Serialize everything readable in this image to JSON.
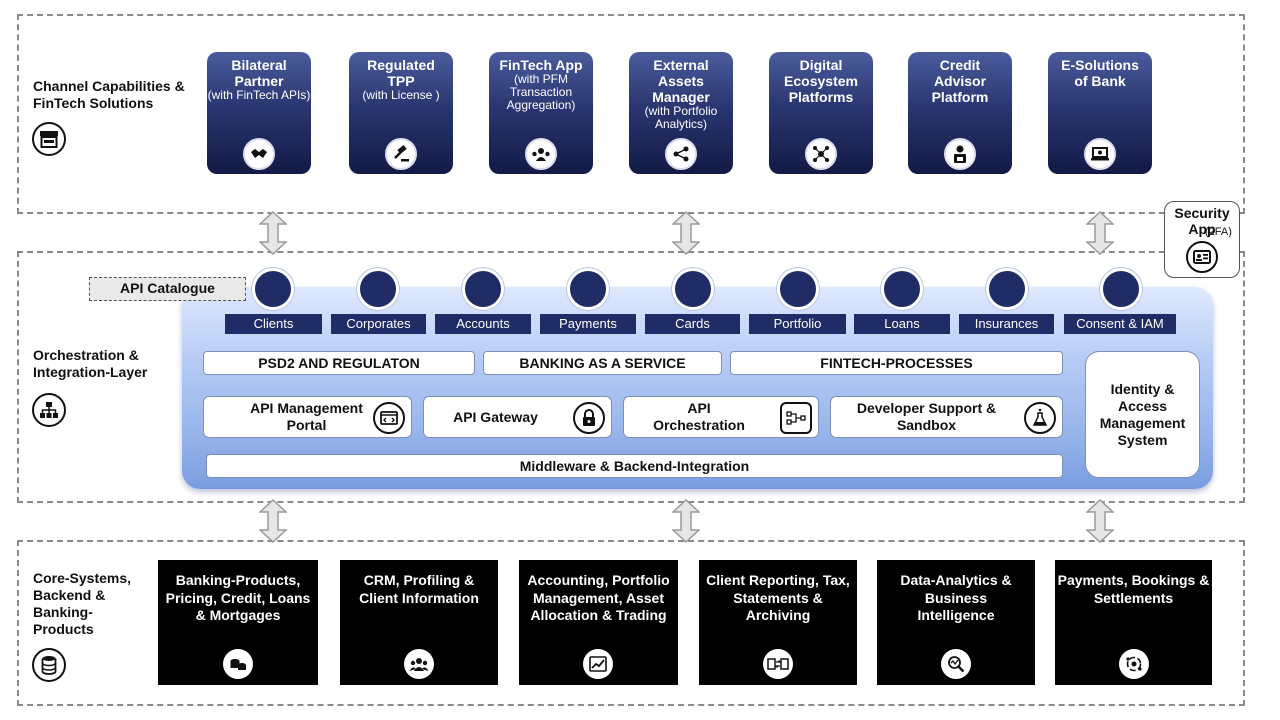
{
  "sections": {
    "channels_label": "Channel Capabilities & FinTech Solutions",
    "orchestration_label": "Orchestration & Integration-Layer",
    "core_label": "Core-Systems, Backend & Banking-Products"
  },
  "channels": [
    {
      "title": "Bilateral Partner",
      "subtitle": "(with FinTech APIs)",
      "icon": "handshake-icon"
    },
    {
      "title": "Regulated TPP",
      "subtitle": "(with License )",
      "icon": "gavel-icon"
    },
    {
      "title": "FinTech App",
      "subtitle": "(with PFM Transaction Aggregation)",
      "icon": "people-network-icon"
    },
    {
      "title": "External Assets Manager",
      "subtitle": "(with Portfolio Analytics)",
      "icon": "share-nodes-icon"
    },
    {
      "title": "Digital Ecosystem Platforms",
      "subtitle": "",
      "icon": "ecosystem-icon"
    },
    {
      "title": "Credit Advisor Platform",
      "subtitle": "",
      "icon": "advisor-icon"
    },
    {
      "title": "E-Solutions of Bank",
      "subtitle": "",
      "icon": "laptop-icon"
    }
  ],
  "security_app": {
    "title": "Security App",
    "suffix": "(2FA)",
    "icon": "id-card-icon"
  },
  "api_catalogue": {
    "label": "API Catalogue",
    "items": [
      "Clients",
      "Corporates",
      "Accounts",
      "Payments",
      "Cards",
      "Portfolio",
      "Loans",
      "Insurances",
      "Consent & IAM"
    ]
  },
  "orchestration": {
    "psd2": "PSD2 AND REGULATON",
    "baas": "BANKING AS A SERVICE",
    "fintech_processes": "FINTECH-PROCESSES",
    "api_management": "API Management Portal",
    "api_gateway": "API Gateway",
    "api_orchestration": "API Orchestration",
    "developer_support": "Developer Support & Sandbox",
    "middleware": "Middleware & Backend-Integration",
    "iam": "Identity & Access Management System"
  },
  "core_systems": [
    {
      "title": "Banking-Products, Pricing, Credit, Loans & Mortgages",
      "icon": "coins-icon"
    },
    {
      "title": "CRM, Profiling & Client Information",
      "icon": "users-icon"
    },
    {
      "title": "Accounting, Portfolio Management, Asset Allocation & Trading",
      "icon": "trend-chart-icon"
    },
    {
      "title": "Client Reporting, Tax, Statements & Archiving",
      "icon": "document-exchange-icon"
    },
    {
      "title": "Data-Analytics & Business Intelligence",
      "icon": "analytics-search-icon"
    },
    {
      "title": "Payments, Bookings & Settlements",
      "icon": "payment-cycle-icon"
    }
  ]
}
